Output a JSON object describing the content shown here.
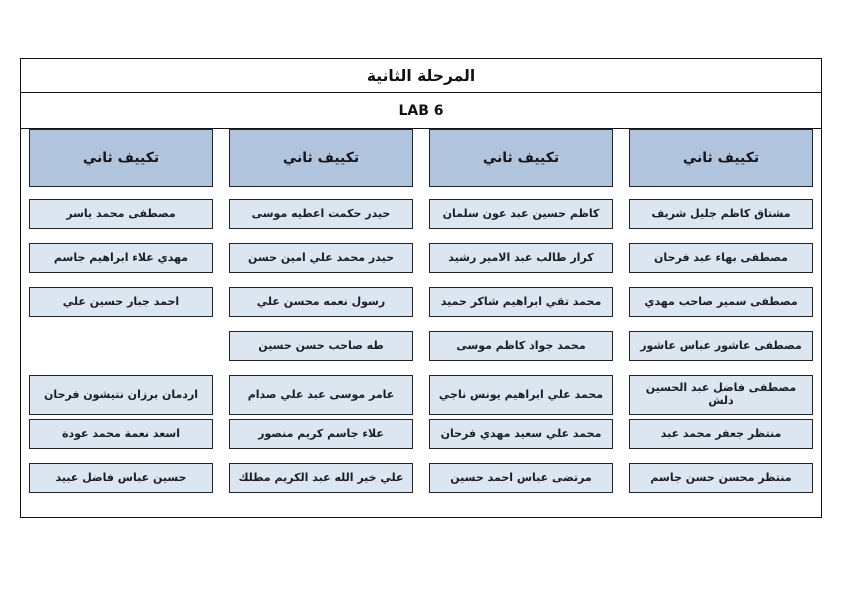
{
  "document": {
    "title": "المرحلة الثانية",
    "lab": "LAB 6"
  },
  "colors": {
    "header_fill": "#b0c4de",
    "cell_fill": "#dce6f1",
    "border": "#20232a",
    "text": "#1b1d26",
    "page_background": "#ffffff"
  },
  "columns": [
    {
      "header": "تكييف ثاني",
      "cells": [
        "مشتاق كاظم جليل شريف",
        "مصطفى بهاء عبد فرحان",
        "مصطفى سمير صاحب مهدي",
        "مصطفى عاشور عباس عاشور",
        "مصطفى فاضل عبد الحسين دلش",
        "منتظر جعفر محمد عبد",
        "منتظر محسن حسن جاسم"
      ]
    },
    {
      "header": "تكييف ثاني",
      "cells": [
        "كاظم حسين عبد عون سلمان",
        "كرار طالب عبد الامير رشيد",
        "محمد تقي ابراهيم شاكر حميد",
        "محمد جواد كاظم موسى",
        "محمد علي ابراهيم يونس ناجي",
        "محمد علي سعيد مهدي فرحان",
        "مرتضى عباس احمد حسين"
      ]
    },
    {
      "header": "تكييف ثاني",
      "cells": [
        "حيدر حكمت اعطيه موسى",
        "حيدر محمد علي امين حسن",
        "رسول نعمه محسن علي",
        "طه صاحب حسن حسين",
        "عامر موسى عبد علي صدام",
        "علاء جاسم كريم منصور",
        "علي خير الله عبد الكريم مطلك"
      ]
    },
    {
      "header": "تكييف ثاني",
      "cells": [
        "مصطفى محمد ياسر",
        "مهدي علاء ابراهيم جاسم",
        "احمد جبار حسين علي",
        "",
        "اردمان برزان نتيشون فرحان",
        "اسعد نعمة محمد عودة",
        "حسين عباس فاضل عبيد"
      ]
    }
  ]
}
